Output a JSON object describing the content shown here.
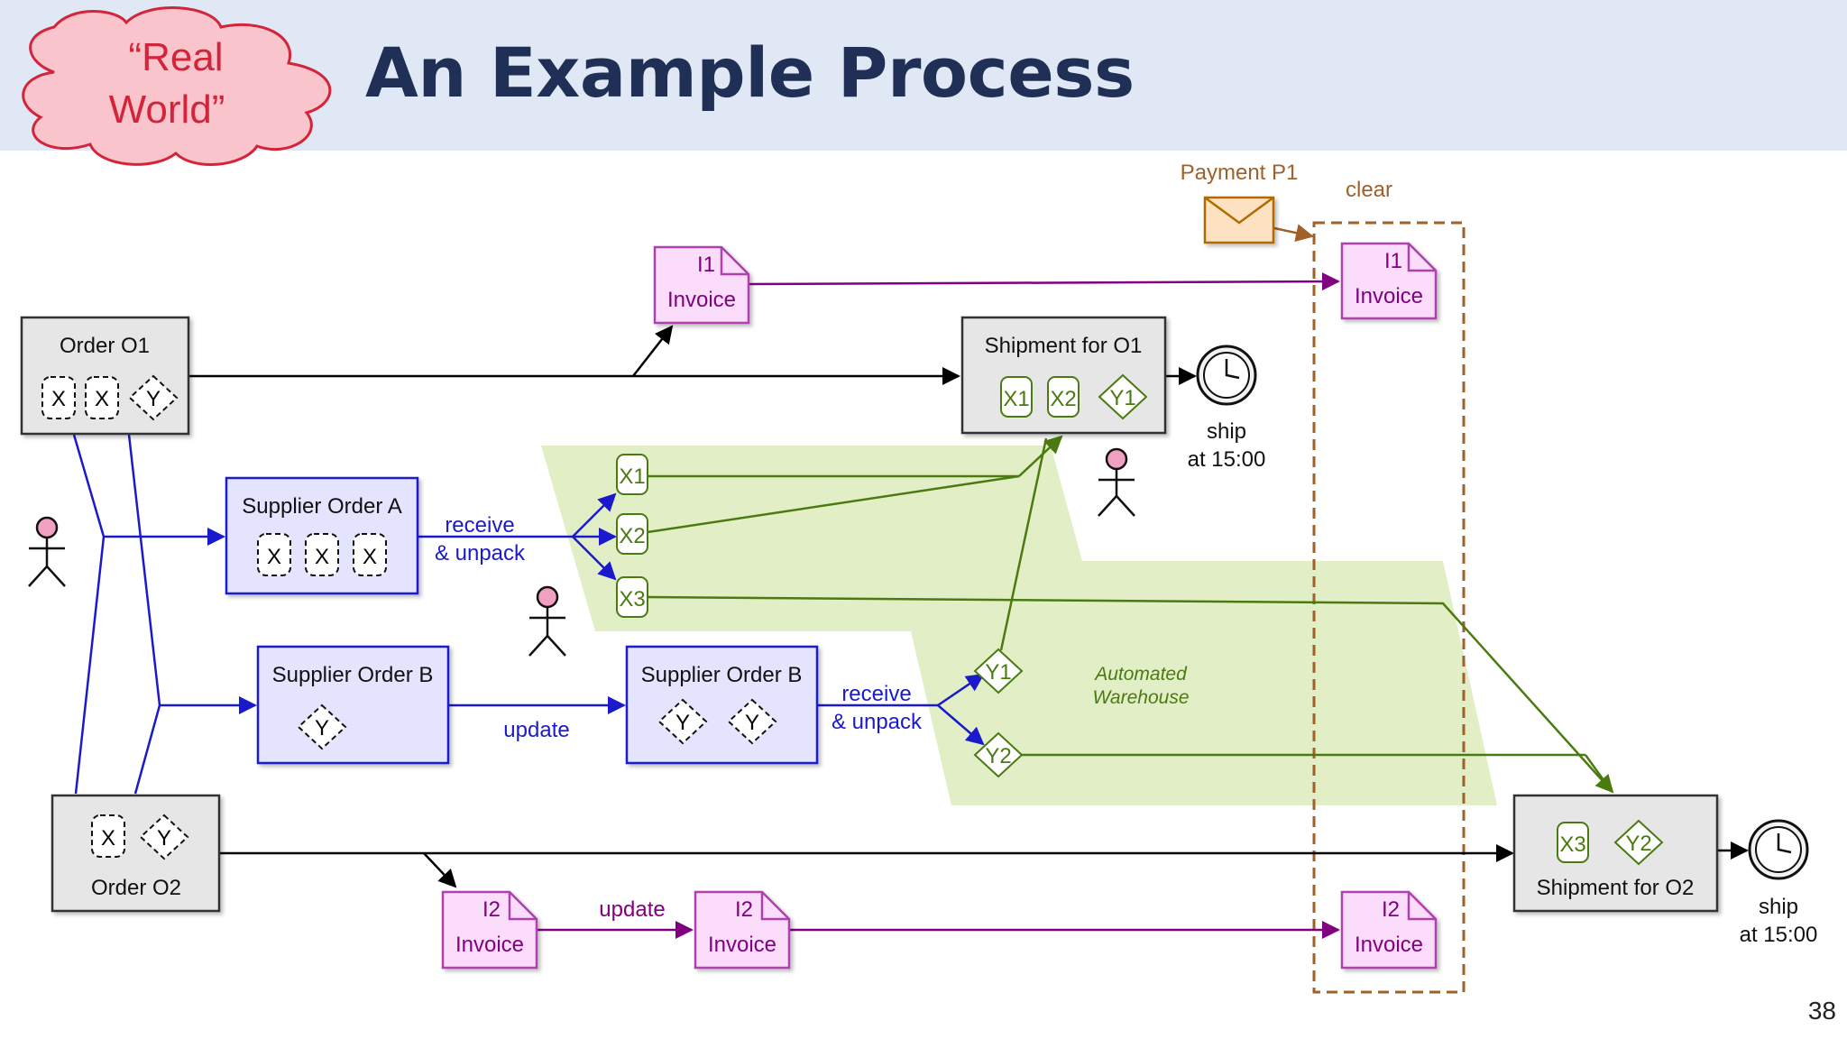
{
  "title": "An Example Process",
  "cloud_label": [
    "“Real",
    "World”"
  ],
  "slide_number": "38",
  "colors": {
    "header_bg": "#e1e8f5",
    "title": "#1f2f55",
    "cloud_fill": "#f9c4cc",
    "cloud_text": "#d4243a",
    "node_gray": "#e6e6e6",
    "supplier_fill": "#e4e4ff",
    "supplier_edge": "#1a1acc",
    "invoice_fill": "#fbdcfb",
    "invoice_edge": "#b040b0",
    "invoice_arrow": "#800080",
    "warehouse_fill": "#e2efc6",
    "item_green": "#4a7a10",
    "message_fill": "#fde2c2",
    "message_edge": "#b26a00",
    "clear_box": "#a0602a"
  },
  "nodes": {
    "order_o1": {
      "label": "Order O1",
      "items": [
        "X",
        "X",
        "Y"
      ]
    },
    "order_o2": {
      "label": "Order O2",
      "items": [
        "X",
        "Y"
      ]
    },
    "supplier_a": {
      "label": "Supplier Order A",
      "items": [
        "X",
        "X",
        "X"
      ]
    },
    "supplier_b1": {
      "label": "Supplier Order B",
      "items": [
        "Y"
      ]
    },
    "supplier_b2": {
      "label": "Supplier Order B",
      "items": [
        "Y",
        "Y"
      ]
    },
    "shipment_o1": {
      "label": "Shipment for O1",
      "items": [
        "X1",
        "X2",
        "Y1"
      ]
    },
    "shipment_o2": {
      "label": "Shipment for O2",
      "items": [
        "X3",
        "Y2"
      ]
    }
  },
  "warehouse": {
    "label": [
      "Automated",
      "Warehouse"
    ],
    "items": [
      "X1",
      "X2",
      "X3",
      "Y1",
      "Y2"
    ]
  },
  "invoices": [
    {
      "id": "I1",
      "label": "Invoice"
    },
    {
      "id": "I1",
      "label": "Invoice"
    },
    {
      "id": "I2",
      "label": "Invoice"
    },
    {
      "id": "I2",
      "label": "Invoice"
    },
    {
      "id": "I2",
      "label": "Invoice"
    }
  ],
  "payment": {
    "label": "Payment P1"
  },
  "clear_label": "clear",
  "timers": [
    {
      "label": [
        "ship",
        "at 15:00"
      ]
    },
    {
      "label": [
        "ship",
        "at 15:00"
      ]
    }
  ],
  "edge_labels": {
    "receive_unpack_a": [
      "receive",
      "& unpack"
    ],
    "update_b": "update",
    "receive_unpack_b": [
      "receive",
      "& unpack"
    ],
    "update_invoice": "update"
  }
}
